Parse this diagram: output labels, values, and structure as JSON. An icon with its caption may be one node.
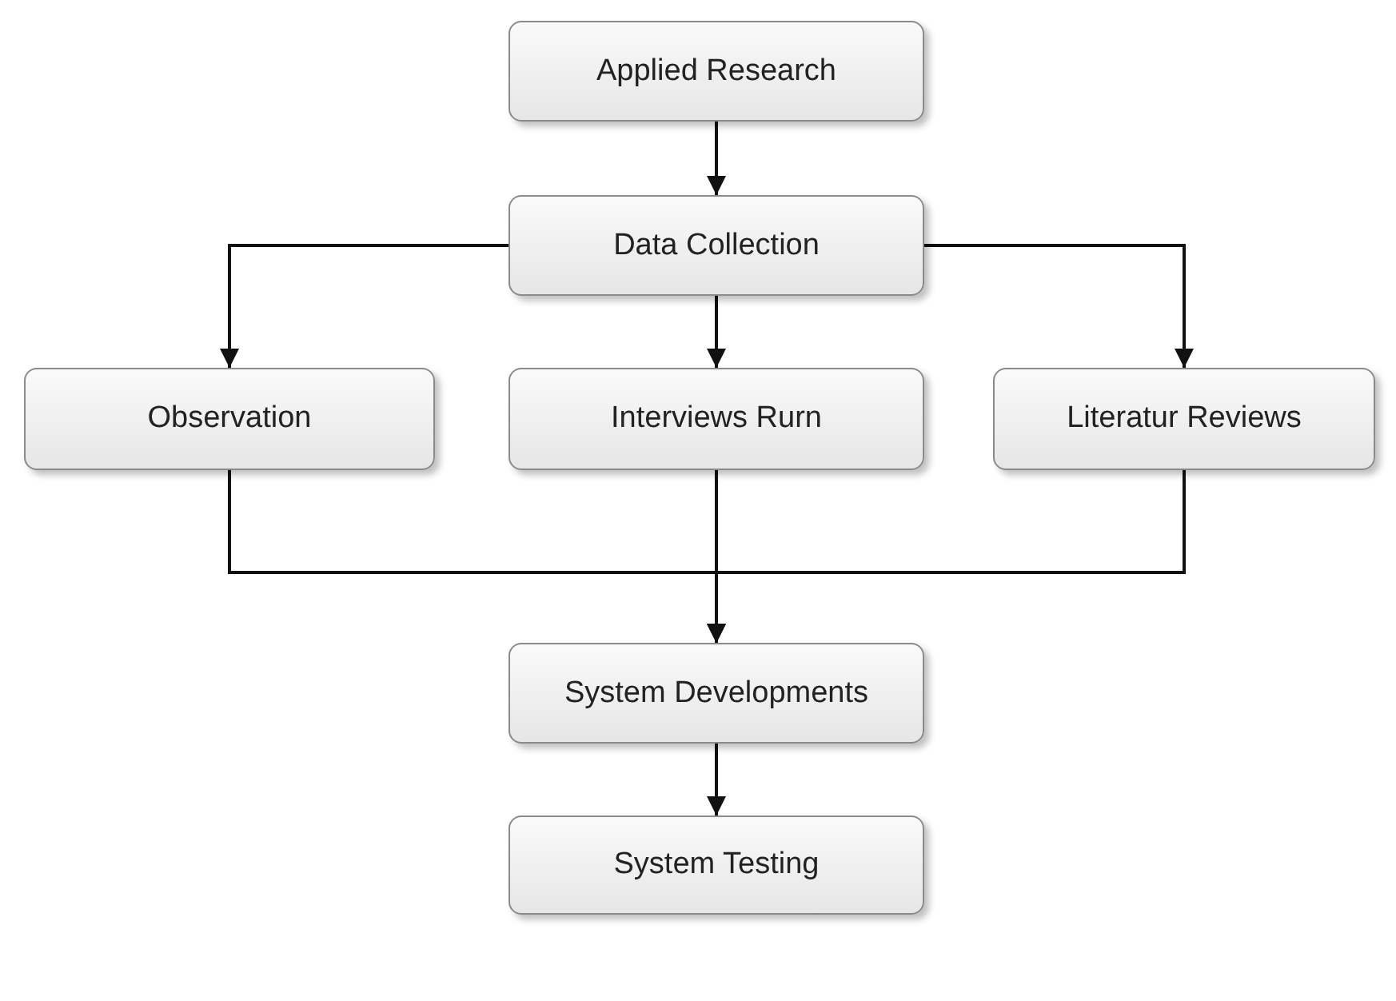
{
  "diagram": {
    "nodes": [
      {
        "text": [
          "Applied Research"
        ]
      },
      {
        "text": [
          "Data Collection"
        ]
      },
      {
        "text": [
          "Observation"
        ]
      },
      {
        "text": [
          "Interviews Rurn"
        ]
      },
      {
        "text": [
          "Literatur Reviews"
        ]
      },
      {
        "text": [
          "System Developments"
        ]
      },
      {
        "text": [
          "System Testing"
        ]
      }
    ],
    "edges": [
      {
        "from": 0,
        "to": 1,
        "arrow": "to"
      },
      {
        "from": 1,
        "to": 2,
        "arrow": "to"
      },
      {
        "from": 1,
        "to": 3,
        "arrow": "to"
      },
      {
        "from": 1,
        "to": 4,
        "arrow": "to"
      },
      {
        "from": 2,
        "to": 5,
        "arrow": "to"
      },
      {
        "from": 3,
        "to": 5,
        "arrow": "to"
      },
      {
        "from": 4,
        "to": 5,
        "arrow": "to"
      },
      {
        "from": 5,
        "to": 6,
        "arrow": "to"
      }
    ]
  }
}
